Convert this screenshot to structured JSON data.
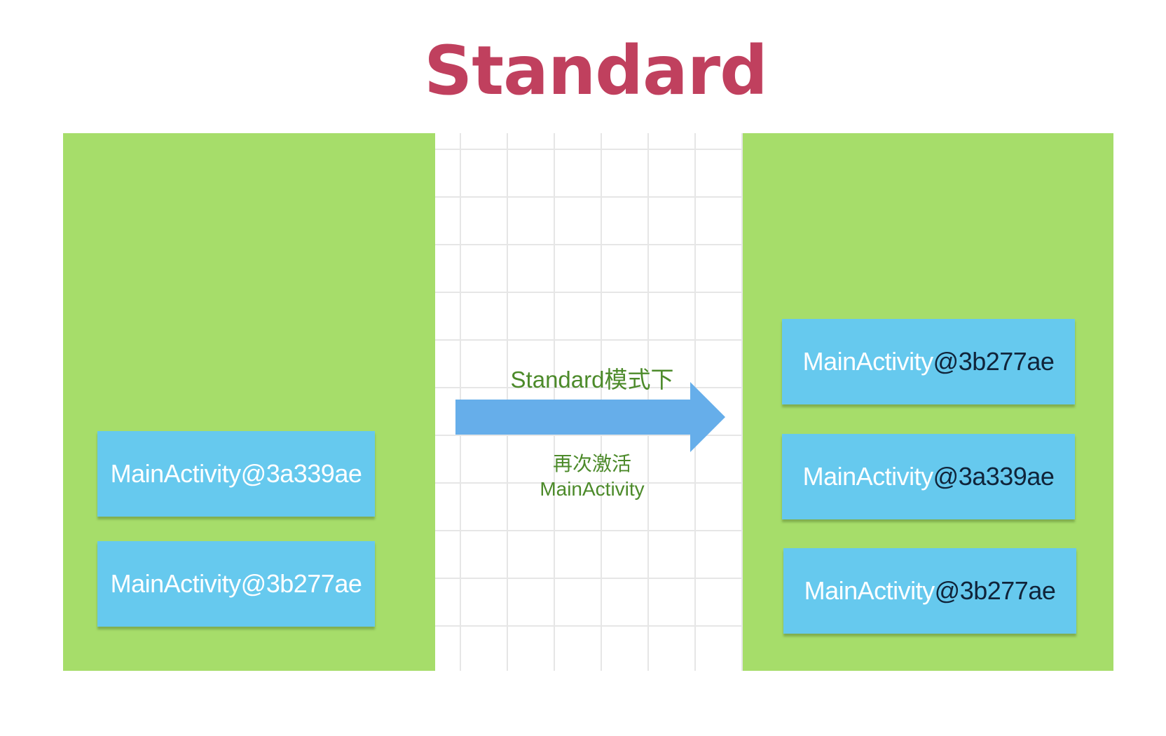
{
  "title": "Standard",
  "before_stack": {
    "items": [
      {
        "handle": "MainActivity",
        "hash": "@3a339ae"
      },
      {
        "handle": "MainActivity",
        "hash": "@3b277ae"
      }
    ]
  },
  "transition": {
    "mode_label": "Standard模式下",
    "action_line1": "再次激活",
    "action_line2": "MainActivity"
  },
  "after_stack": {
    "items": [
      {
        "handle": "MainActivity",
        "hash": "@3b277ae"
      },
      {
        "handle": "MainActivity",
        "hash": "@3a339ae"
      },
      {
        "handle": "MainActivity",
        "hash": "@3b277ae"
      }
    ]
  },
  "colors": {
    "title": "#c0405e",
    "panel": "#a6dd6a",
    "box": "#66c9ee",
    "arrow": "#66aeea",
    "label": "#4c8a2a"
  }
}
